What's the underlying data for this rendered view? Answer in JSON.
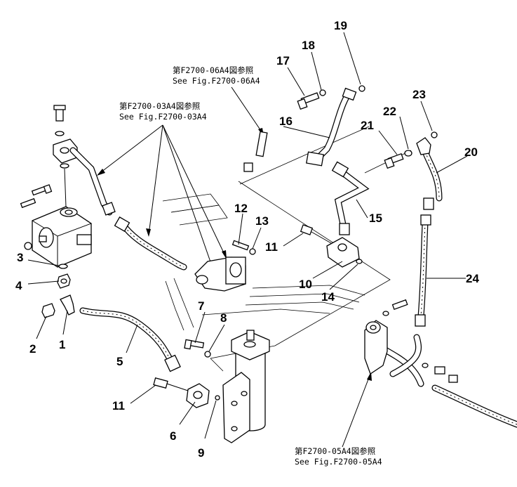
{
  "callouts": [
    {
      "id": "1",
      "label": "1"
    },
    {
      "id": "2",
      "label": "2"
    },
    {
      "id": "3",
      "label": "3"
    },
    {
      "id": "4",
      "label": "4"
    },
    {
      "id": "5",
      "label": "5"
    },
    {
      "id": "6",
      "label": "6"
    },
    {
      "id": "7",
      "label": "7"
    },
    {
      "id": "8",
      "label": "8"
    },
    {
      "id": "9",
      "label": "9"
    },
    {
      "id": "10",
      "label": "10"
    },
    {
      "id": "11a",
      "label": "11"
    },
    {
      "id": "11b",
      "label": "11"
    },
    {
      "id": "12",
      "label": "12"
    },
    {
      "id": "13",
      "label": "13"
    },
    {
      "id": "14",
      "label": "14"
    },
    {
      "id": "15",
      "label": "15"
    },
    {
      "id": "16",
      "label": "16"
    },
    {
      "id": "17",
      "label": "17"
    },
    {
      "id": "18",
      "label": "18"
    },
    {
      "id": "19",
      "label": "19"
    },
    {
      "id": "20",
      "label": "20"
    },
    {
      "id": "21",
      "label": "21"
    },
    {
      "id": "22",
      "label": "22"
    },
    {
      "id": "23",
      "label": "23"
    },
    {
      "id": "24",
      "label": "24"
    }
  ],
  "references": [
    {
      "id": "06a4",
      "jp": "第F2700-06A4図参照",
      "en": "See Fig.F2700-06A4"
    },
    {
      "id": "03a4",
      "jp": "第F2700-03A4図参照",
      "en": "See Fig.F2700-03A4"
    },
    {
      "id": "05a4",
      "jp": "第F2700-05A4図参照",
      "en": "See Fig.F2700-05A4"
    }
  ]
}
